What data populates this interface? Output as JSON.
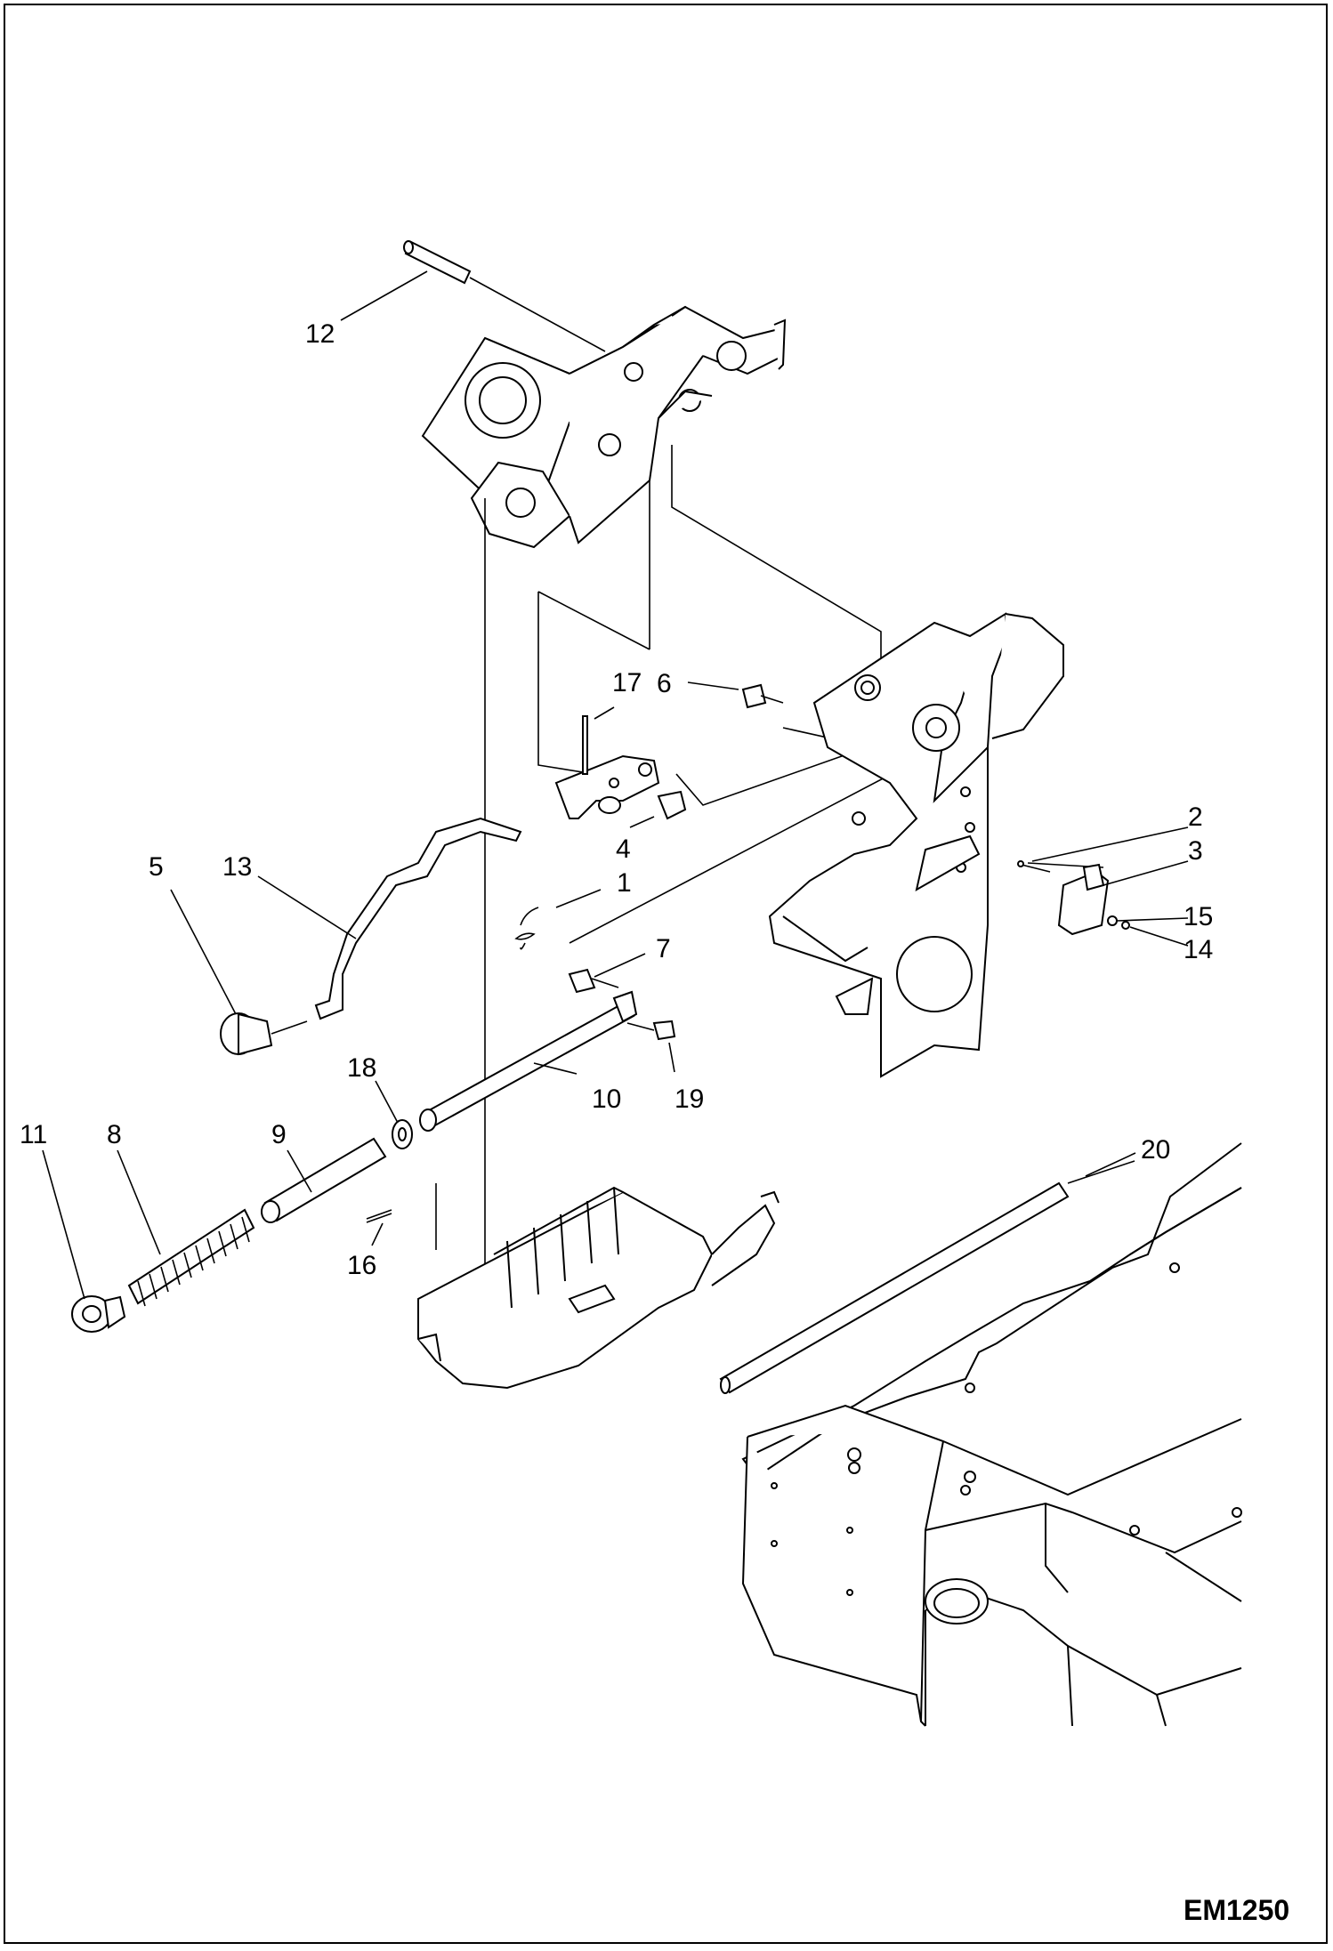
{
  "drawing_code": "EM1250",
  "callouts": [
    {
      "id": "1",
      "text": "1"
    },
    {
      "id": "2",
      "text": "2"
    },
    {
      "id": "3",
      "text": "3"
    },
    {
      "id": "4",
      "text": "4"
    },
    {
      "id": "5",
      "text": "5"
    },
    {
      "id": "6",
      "text": "6"
    },
    {
      "id": "7",
      "text": "7"
    },
    {
      "id": "8",
      "text": "8"
    },
    {
      "id": "9",
      "text": "9"
    },
    {
      "id": "10",
      "text": "10"
    },
    {
      "id": "11",
      "text": "11"
    },
    {
      "id": "12",
      "text": "12"
    },
    {
      "id": "13",
      "text": "13"
    },
    {
      "id": "14",
      "text": "14"
    },
    {
      "id": "15",
      "text": "15"
    },
    {
      "id": "16",
      "text": "16"
    },
    {
      "id": "17",
      "text": "17"
    },
    {
      "id": "18",
      "text": "18"
    },
    {
      "id": "19",
      "text": "19"
    },
    {
      "id": "20",
      "text": "20"
    }
  ]
}
